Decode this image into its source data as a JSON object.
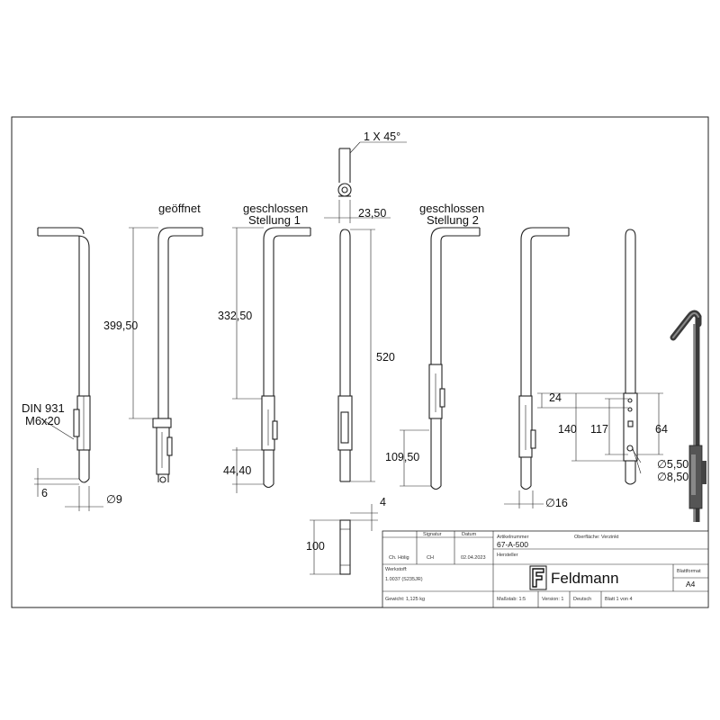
{
  "labels": {
    "open": "geöffnet",
    "closed1_line1": "geschlossen",
    "closed1_line2": "Stellung 1",
    "closed2_line1": "geschlossen",
    "closed2_line2": "Stellung 2",
    "din_line1": "DIN 931",
    "din_line2": "M6x20"
  },
  "dimensions": {
    "chamfer": "1 X 45°",
    "d2350": "23,50",
    "d39950": "399,50",
    "d33250": "332,50",
    "d520": "520",
    "d4440": "44,40",
    "d10950": "109,50",
    "d6": "6",
    "dia9": "∅9",
    "dia16": "∅16",
    "d24": "24",
    "d140": "140",
    "d117": "117",
    "d64": "64",
    "dia550": "∅5,50",
    "dia850": "∅8,50",
    "d4": "4",
    "d100": "100"
  },
  "title_block": {
    "h_signatur": "Signatur",
    "h_datum": "Datum",
    "name": "Ch. Hölig",
    "signatur": "CH",
    "datum": "02.04.2023",
    "h_artikelnummer": "Artikelnummer",
    "artikelnummer": "67-A-500",
    "h_oberflaeche": "Oberfläche: Verzinkt",
    "h_hersteller": "Hersteller",
    "h_werkstoff": "Werkstoff:",
    "werkstoff": "1.0037 (S235JR)",
    "company": "Feldmann",
    "h_blattformat": "Blattformat",
    "blattformat": "A4",
    "gewicht": "Gewicht: 1,125 kg",
    "massstab": "Maßstab: 1:5",
    "version": "Version: 1",
    "sprache": "Deutsch",
    "blatt": "Blatt 1 von 4"
  }
}
